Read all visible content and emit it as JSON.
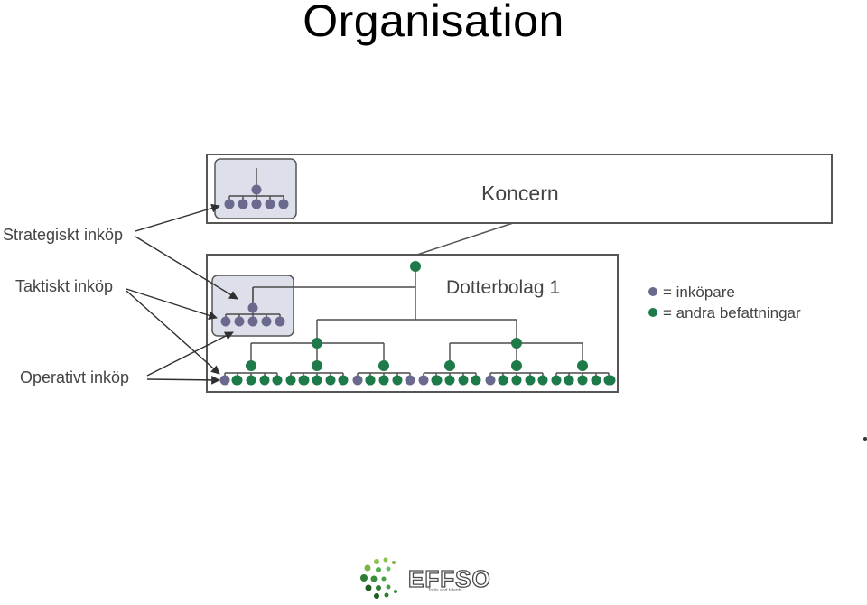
{
  "title": "Organisation",
  "diagram": {
    "level_labels": {
      "koncern": "Koncern",
      "dotterbolag": "Dotterbolag 1"
    },
    "side_labels": {
      "strategiskt": "Strategiskt inköp",
      "taktiskt": "Taktiskt inköp",
      "operativt": "Operativt inköp"
    },
    "legend": {
      "inkopare": "= inköpare",
      "andra": "= andra befattningar"
    },
    "colors": {
      "inkopare": "#6b6a8e",
      "andra": "#1f7a4a",
      "line": "#4a4a4a",
      "box_fill": "#dde0ea",
      "box_stroke": "#555555"
    }
  },
  "logo": {
    "name": "EFFSO",
    "tagline": "Tools and talents"
  }
}
